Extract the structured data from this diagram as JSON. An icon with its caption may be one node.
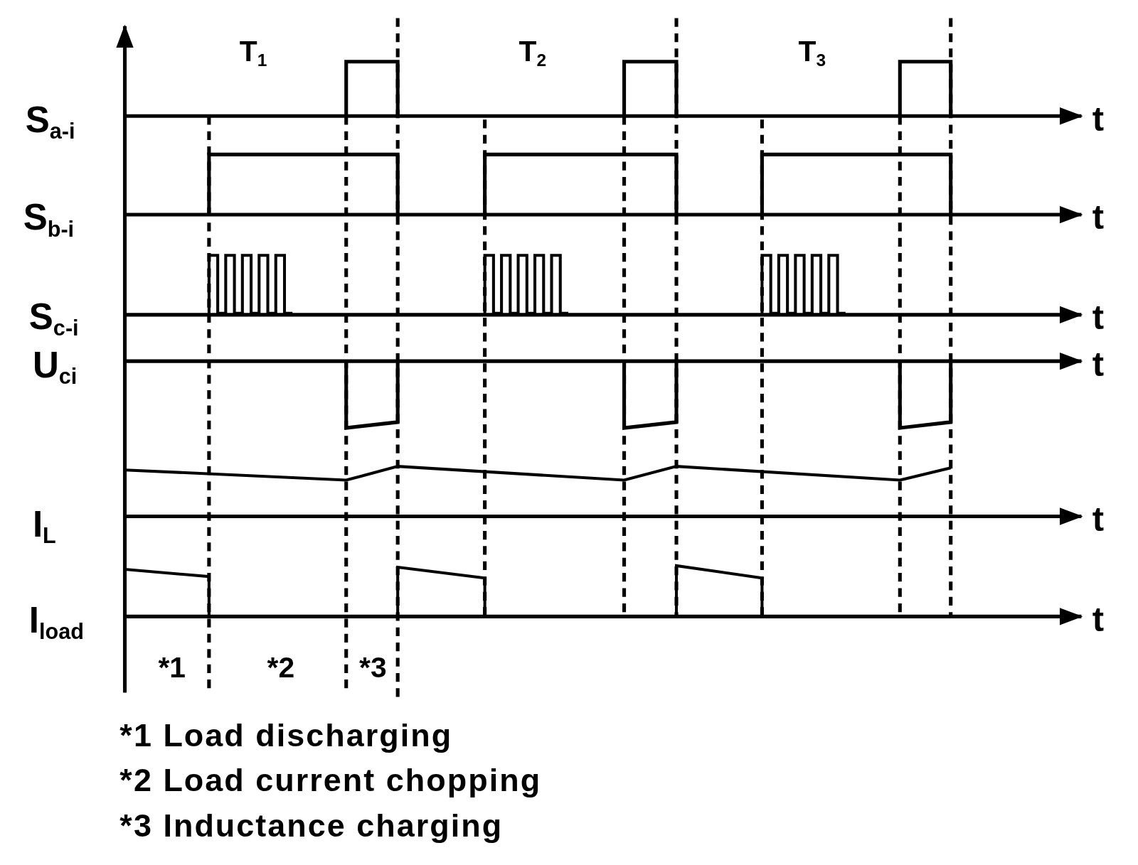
{
  "diagram": {
    "labels": [
      "T$_{1}$",
      "T$_{2}$",
      "T$_{3}$",
      "S$_{a-i}$",
      "t",
      "S$_{b-i}$",
      "t",
      "S$_{c-i}$",
      "t",
      "U$_{ci}$",
      "t",
      "I$_{L}$",
      "t",
      "I$_{load}$",
      "t",
      "*1",
      "*2",
      "*3",
      "*1 Load discharging",
      "*2 Load current chopping",
      "*3 Inductance charging"
    ]
  }
}
